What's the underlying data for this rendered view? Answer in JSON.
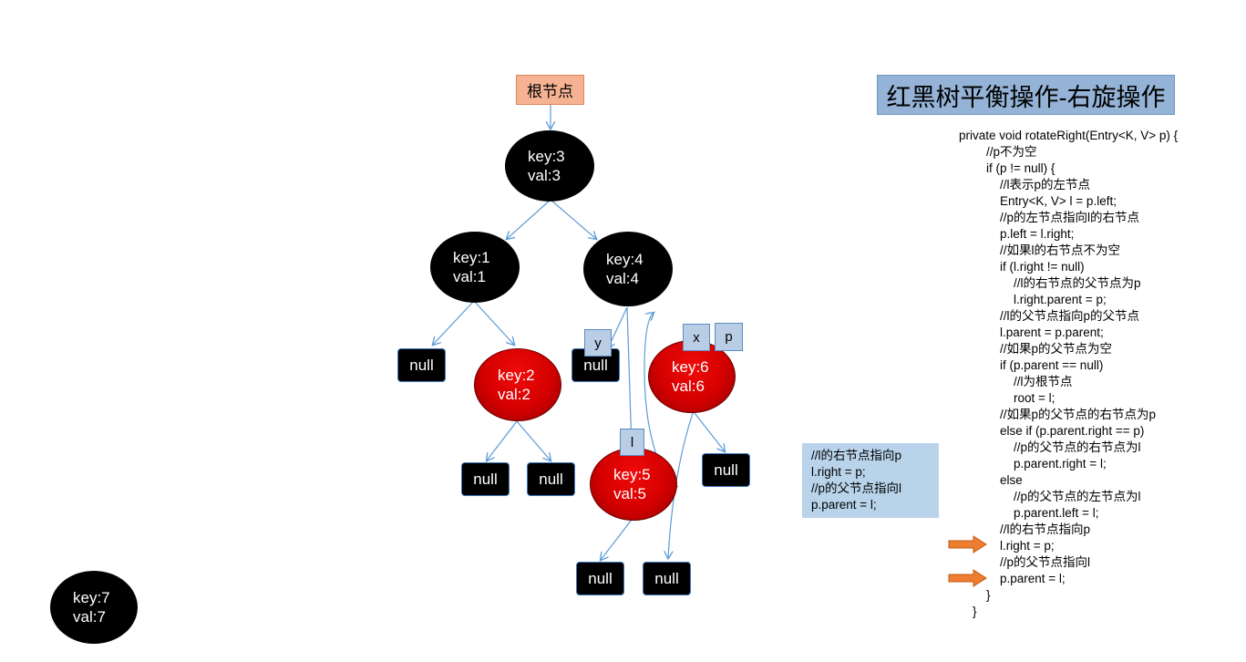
{
  "root_label": "根节点",
  "title": "红黑树平衡操作-右旋操作",
  "nodes": [
    {
      "id": "n3",
      "key": "key:3",
      "val": "val:3",
      "color": "black"
    },
    {
      "id": "n1",
      "key": "key:1",
      "val": "val:1",
      "color": "black"
    },
    {
      "id": "n4",
      "key": "key:4",
      "val": "val:4",
      "color": "black"
    },
    {
      "id": "n2",
      "key": "key:2",
      "val": "val:2",
      "color": "red"
    },
    {
      "id": "n6",
      "key": "key:6",
      "val": "val:6",
      "color": "red"
    },
    {
      "id": "n5",
      "key": "key:5",
      "val": "val:5",
      "color": "red"
    },
    {
      "id": "n7",
      "key": "key:7",
      "val": "val:7",
      "color": "black"
    }
  ],
  "null_label": "null",
  "tags": {
    "y": "y",
    "x": "x",
    "p": "p",
    "l": "l"
  },
  "note_lines": [
    "//l的右节点指向p",
    "l.right = p;",
    "//p的父节点指向l",
    "p.parent = l;"
  ],
  "code_lines": [
    "private void rotateRight(Entry<K, V> p) {",
    "        //p不为空",
    "        if (p != null) {",
    "            //l表示p的左节点",
    "            Entry<K, V> l = p.left;",
    "            //p的左节点指向l的右节点",
    "            p.left = l.right;",
    "            //如果l的右节点不为空",
    "            if (l.right != null)",
    "                //l的右节点的父节点为p",
    "                l.right.parent = p;",
    "            //l的父节点指向p的父节点",
    "            l.parent = p.parent;",
    "            //如果p的父节点为空",
    "            if (p.parent == null)",
    "                //l为根节点",
    "                root = l;",
    "            //如果p的父节点的右节点为p",
    "            else if (p.parent.right == p)",
    "                //p的父节点的右节点为l",
    "                p.parent.right = l;",
    "            else",
    "                //p的父节点的左节点为l",
    "                p.parent.left = l;",
    "            //l的右节点指向p",
    "            l.right = p;",
    "            //p的父节点指向l",
    "            p.parent = l;",
    "        }",
    "    }"
  ],
  "colors": {
    "edge": "#5b9bd5",
    "arrow_marker": "#ed7d31",
    "red_node": "#d40000",
    "black_node": "#000000"
  }
}
